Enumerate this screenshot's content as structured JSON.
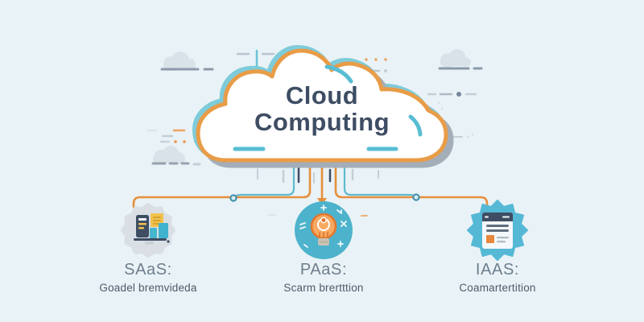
{
  "diagram": {
    "title": {
      "line1": "Cloud",
      "line2": "Computing"
    }
  },
  "services": [
    {
      "label": "SAaS:",
      "description": "Goadel bremvideda",
      "icon": "devices-chart-icon"
    },
    {
      "label": "PAaS:",
      "description": "Scarm brertttion",
      "icon": "lightbulb-icon"
    },
    {
      "label": "IAAS:",
      "description": "Coamartertition",
      "icon": "document-server-icon"
    }
  ],
  "colors": {
    "background": "#E9F2F6",
    "cloud_outline_orange": "#E99C47",
    "accent_teal": "#5FBACD",
    "shadow_gray": "#A3AEB9",
    "title_navy": "#3E4D63",
    "connector_orange": "#E78F3D",
    "node_teal_fill": "#4DB3CC",
    "badge_gray": "#D9DFE4",
    "label_gray": "#6E7E8E",
    "description_gray": "#4E5A68"
  }
}
